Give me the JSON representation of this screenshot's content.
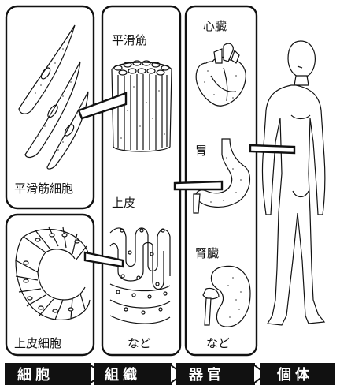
{
  "labels": {
    "smooth_muscle_cell": "平滑筋細胞",
    "smooth_muscle": "平滑筋",
    "epithelium": "上皮",
    "epithelial_cell": "上皮細胞",
    "etc_tissue": "など",
    "heart": "心臓",
    "stomach": "胃",
    "kidney": "腎臓",
    "etc_organ": "など"
  },
  "stages": [
    {
      "label": "細胞"
    },
    {
      "label": "組織"
    },
    {
      "label": "器官"
    },
    {
      "label": "個体"
    }
  ],
  "colors": {
    "stage_box": "#111111",
    "stage_text": "#ffffff",
    "stage_arrow": "#ffffff"
  }
}
